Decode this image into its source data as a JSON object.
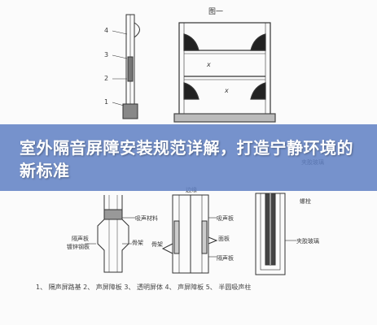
{
  "banner": {
    "title": "室外隔音屏障安装规范详解，打造宁静环境的新标准"
  },
  "figure": {
    "label": "图一",
    "left_numbers": [
      "4",
      "3",
      "2",
      "1"
    ],
    "center_marks": [
      "x",
      "x"
    ],
    "bottom_labels": {
      "absorb_left": "吸声材料",
      "absorb_right": "吸声板",
      "bolt": "螺栓",
      "panel": "面板",
      "frame_left": "骨架",
      "frame_right": "骨架",
      "absorb_board": "隔声板",
      "sound_board": "隔声板",
      "sound_board_sub": "镀锌钢板",
      "glass": "夹胶玻璃",
      "edge": "边缘"
    },
    "caption": "1、 隔声屏路基  2、 声屏障板  3、 透明屏体  4、 声屏障板  5、 半圆吸声柱"
  }
}
